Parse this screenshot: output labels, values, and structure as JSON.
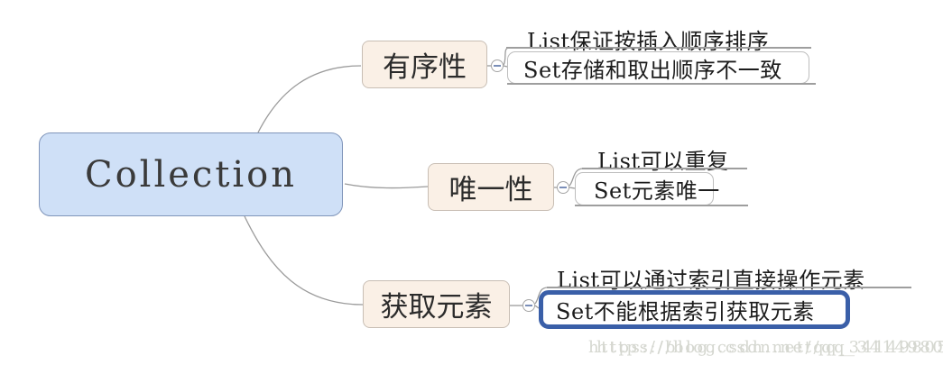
{
  "root": {
    "label": "Collection"
  },
  "branches": [
    {
      "label": "有序性",
      "children": [
        {
          "label": "List保证按插入顺序排序",
          "style": "underline"
        },
        {
          "label": "Set存储和取出顺序不一致",
          "style": "box"
        }
      ]
    },
    {
      "label": "唯一性",
      "children": [
        {
          "label": "List可以重复",
          "style": "underline"
        },
        {
          "label": "Set元素唯一",
          "style": "box"
        }
      ]
    },
    {
      "label": "获取元素",
      "children": [
        {
          "label": "List可以通过索引直接操作元素",
          "style": "underline"
        },
        {
          "label": "Set不能根据索引获取元素",
          "style": "box-highlighted"
        }
      ]
    }
  ],
  "icons": {
    "collapse": "minus"
  },
  "watermark": {
    "text": "https://blog.csdn.net/qq_34149805"
  },
  "colors": {
    "root_fill": "#cfe0f7",
    "root_border": "#8095ba",
    "branch_fill": "#faf0e6",
    "branch_border": "#c8beb4",
    "child_box_border": "#bdbdbd",
    "highlight_border": "#3a5fa8",
    "connector": "#9b9b9b",
    "watermark_text": "#d5d7d0"
  }
}
